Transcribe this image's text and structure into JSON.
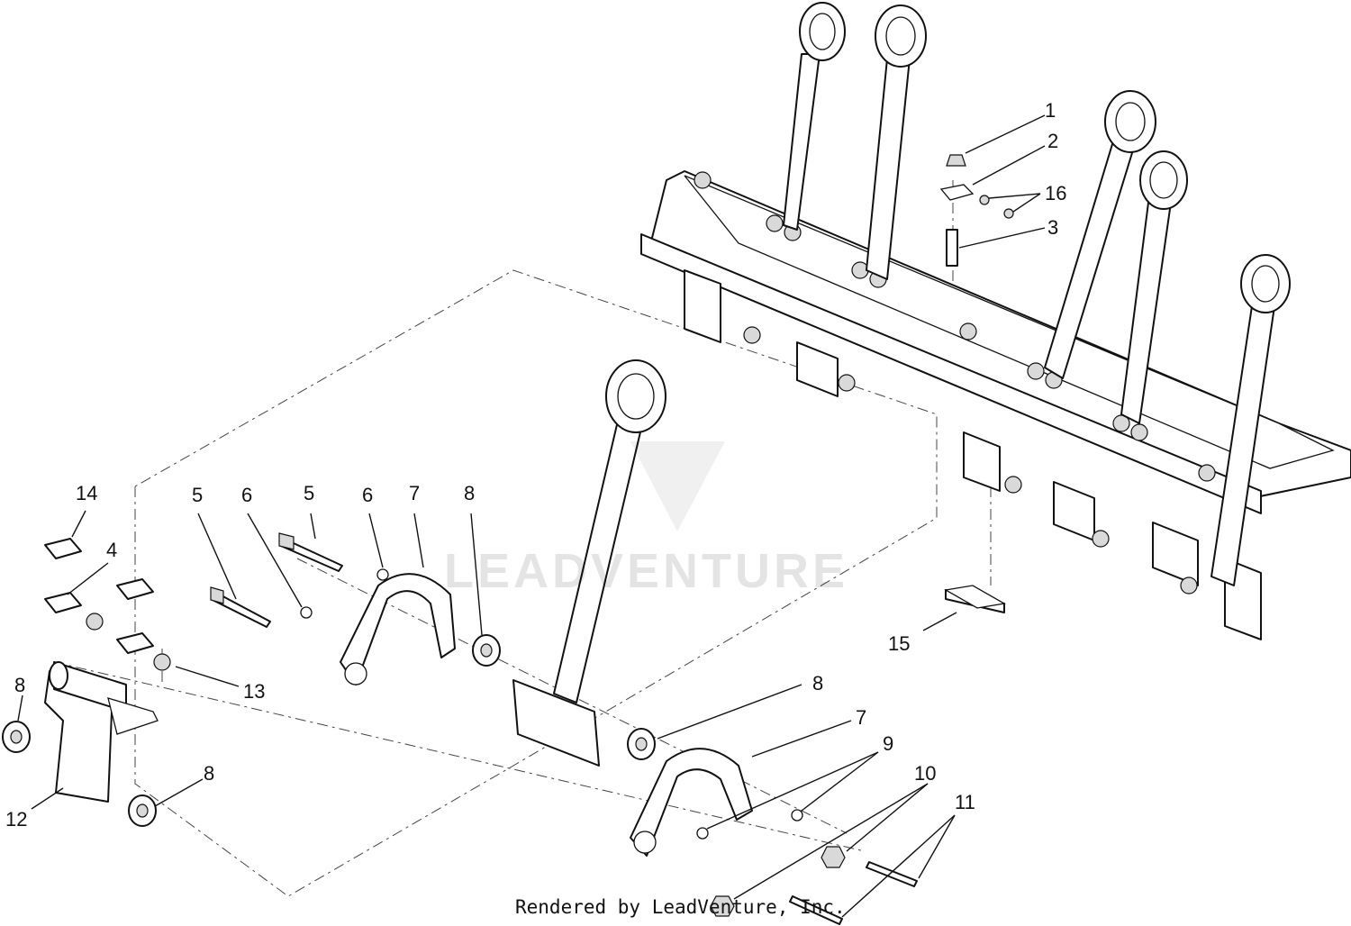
{
  "callouts": {
    "c1": "1",
    "c2": "2",
    "c3": "3",
    "c4": "4",
    "c5a": "5",
    "c5b": "5",
    "c6a": "6",
    "c6b": "6",
    "c7a": "7",
    "c7b": "7",
    "c8a": "8",
    "c8b": "8",
    "c8c": "8",
    "c8d": "8",
    "c9": "9",
    "c10": "10",
    "c11": "11",
    "c12": "12",
    "c13": "13",
    "c14": "14",
    "c15": "15",
    "c16": "16"
  },
  "watermark": "LEADVENTURE",
  "footer": "Rendered by LeadVenture, Inc."
}
